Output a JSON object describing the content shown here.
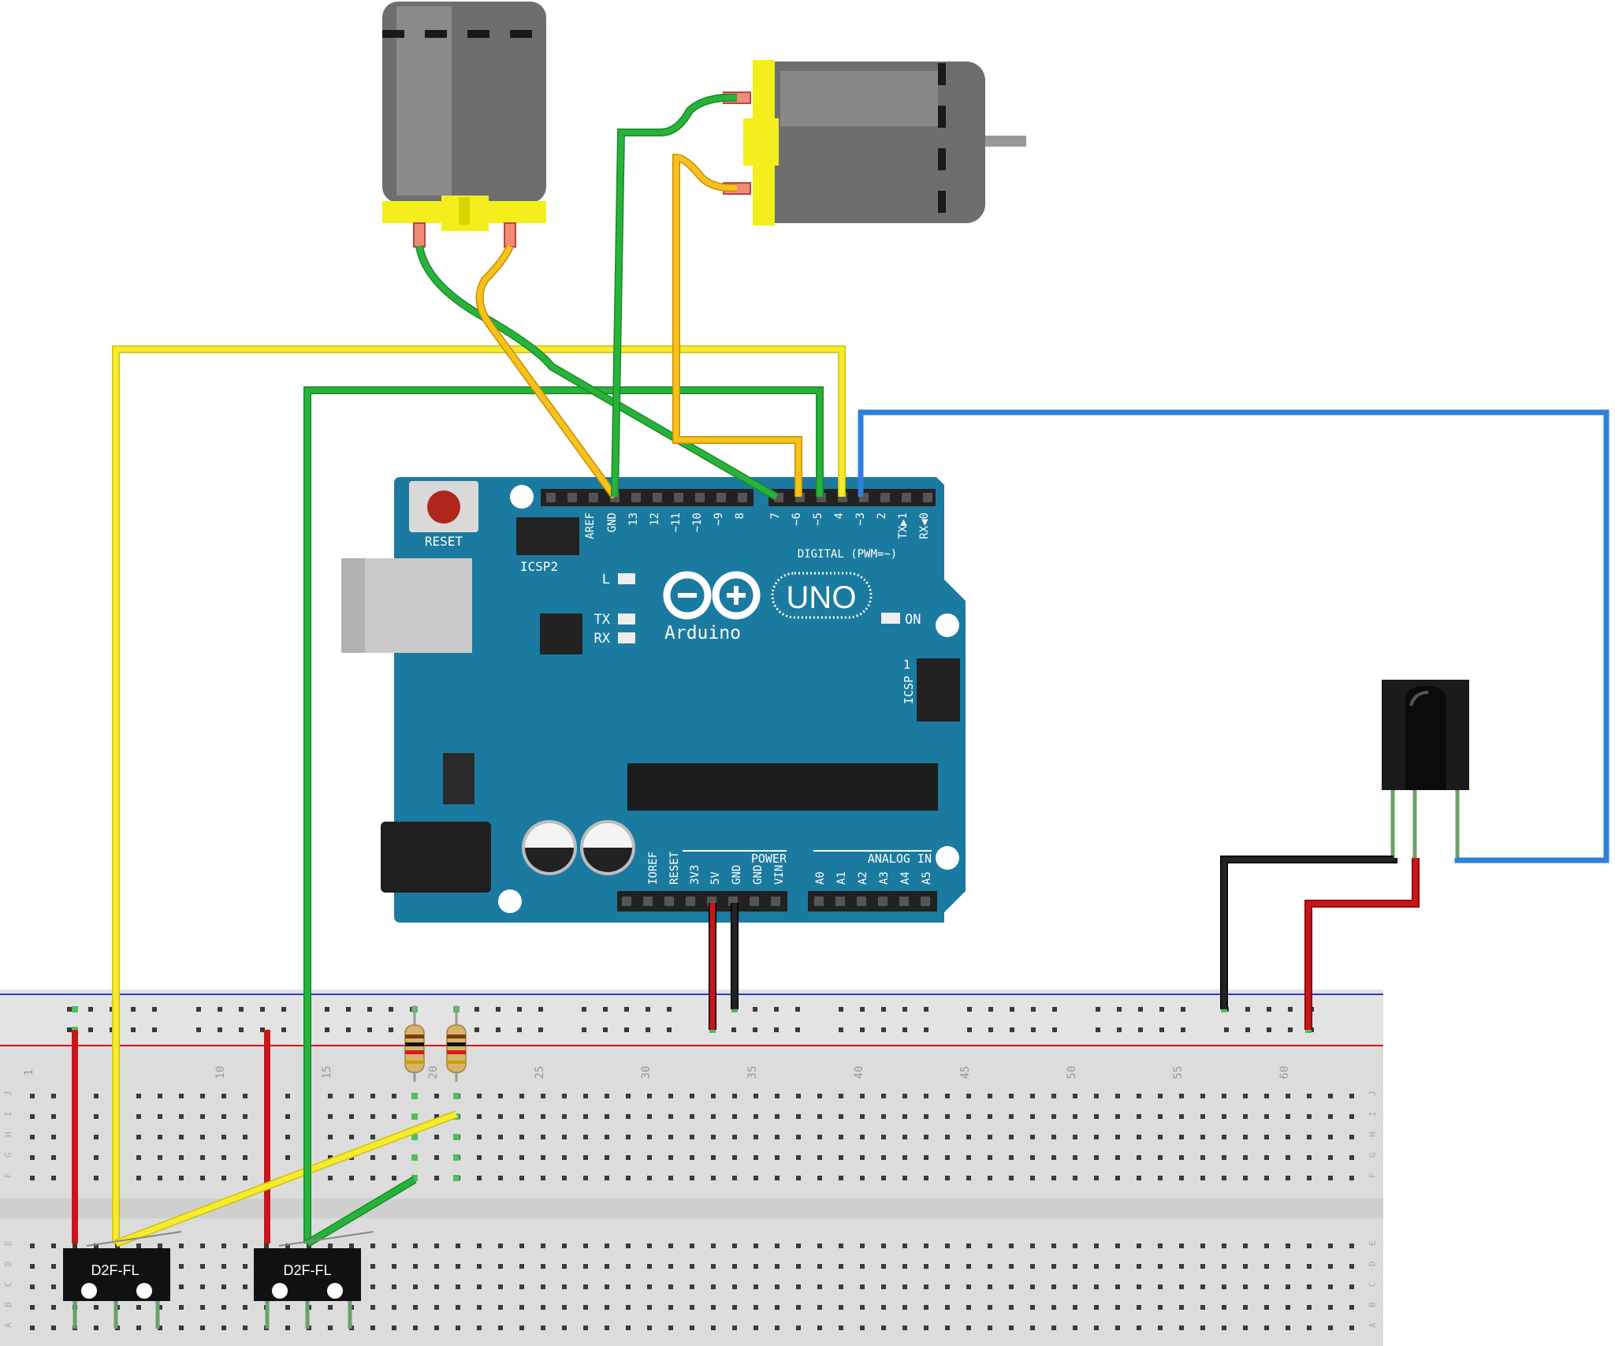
{
  "board": {
    "name": "Arduino",
    "model": "UNO",
    "reset_label": "RESET",
    "icsp2_label": "ICSP2",
    "icsp_label": "ICSP",
    "icsp_pin1": "1",
    "digital_label": "DIGITAL (PWM=~)",
    "power_label": "POWER",
    "analog_label": "ANALOG IN",
    "led_l": "L",
    "led_tx": "TX",
    "led_rx": "RX",
    "led_on": "ON",
    "digital_pins": [
      "AREF",
      "GND",
      "13",
      "12",
      "~11",
      "~10",
      "~9",
      "8",
      "7",
      "~6",
      "~5",
      "4",
      "~3",
      "2",
      "TX▶1",
      "RX◀0"
    ],
    "power_pins": [
      "IOREF",
      "RESET",
      "3V3",
      "5V",
      "GND",
      "GND",
      "VIN"
    ],
    "analog_pins": [
      "A0",
      "A1",
      "A2",
      "A3",
      "A4",
      "A5"
    ]
  },
  "switches": [
    {
      "label": "D2F-FL"
    },
    {
      "label": "D2F-FL"
    }
  ],
  "breadboard": {
    "column_numbers": [
      "1",
      "10",
      "15",
      "20",
      "25",
      "30",
      "35",
      "40",
      "45",
      "50",
      "55",
      "60"
    ],
    "row_letters_top": [
      "J",
      "I",
      "H",
      "G",
      "F"
    ],
    "row_letters_bottom": [
      "E",
      "D",
      "C",
      "B",
      "A"
    ]
  },
  "wire_colors": {
    "red": "#c8161d",
    "black": "#222222",
    "green": "#27b33a",
    "yellow": "#f7eb2a",
    "orange": "#f9c11b",
    "blue": "#2f7fdc"
  },
  "board_color": "#1b7aa0"
}
